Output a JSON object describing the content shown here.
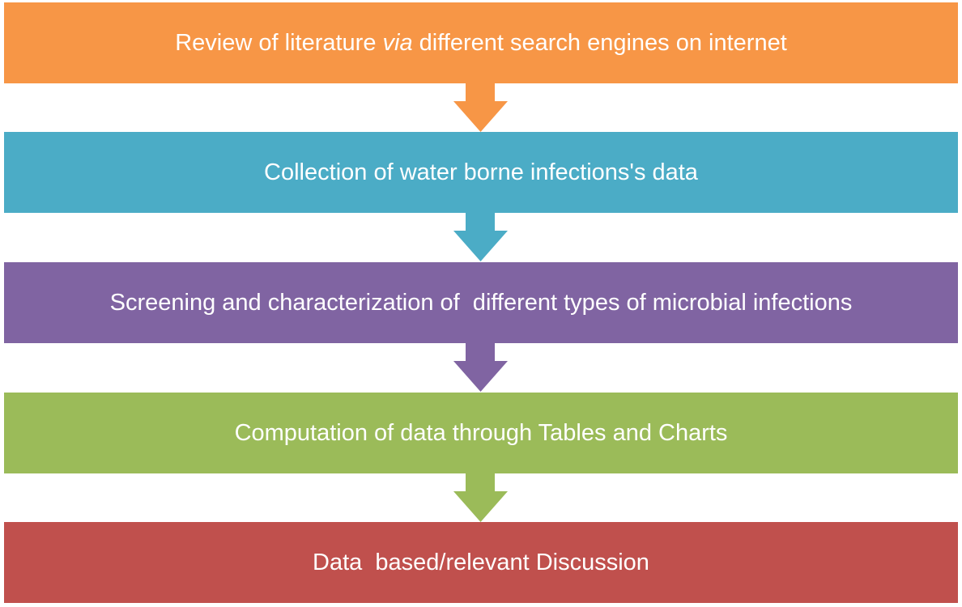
{
  "steps": [
    {
      "pre": "Review of literature ",
      "em": "via",
      "post": " different search engines on internet",
      "color": "#F79646"
    },
    {
      "pre": "Collection of water borne infections's data",
      "em": "",
      "post": "",
      "color": "#4BACC6"
    },
    {
      "pre": "Screening and characterization of  different types of microbial infections",
      "em": "",
      "post": "",
      "color": "#8064A2"
    },
    {
      "pre": "Computation of data through Tables and Charts",
      "em": "",
      "post": "",
      "color": "#9BBB59"
    },
    {
      "pre": "Data  based/relevant Discussion",
      "em": "",
      "post": "",
      "color": "#C0504D"
    }
  ]
}
